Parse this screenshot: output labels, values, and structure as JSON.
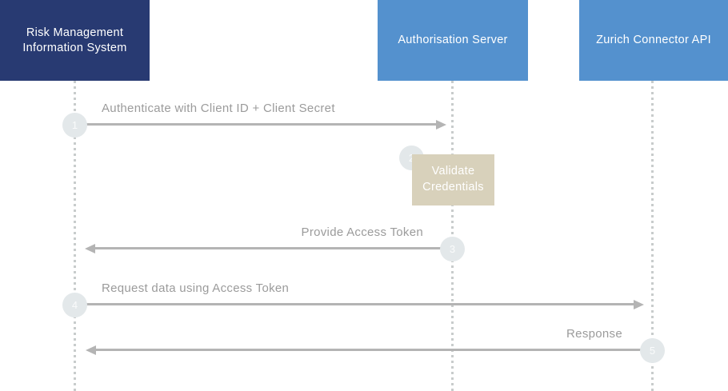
{
  "diagram": {
    "type": "sequence-diagram",
    "background": "#ffffff"
  },
  "actors": [
    {
      "id": "rmis",
      "label": "Risk Management Information System",
      "color": "#283A72",
      "text_color": "#ffffff"
    },
    {
      "id": "auth-server",
      "label": "Authorisation Server",
      "color": "#5491CE",
      "text_color": "#ffffff"
    },
    {
      "id": "zurich-connector-api",
      "label": "Zurich Connector API",
      "color": "#5491CE",
      "text_color": "#ffffff"
    }
  ],
  "steps": [
    {
      "number": "1",
      "label": "Authenticate with Client ID + Client Secret",
      "type": "message",
      "from": "rmis",
      "to": "auth-server",
      "direction": "right"
    },
    {
      "number": "2",
      "label": "Validate Credentials",
      "type": "activity",
      "actor": "auth-server",
      "box_color": "#D8D1BB"
    },
    {
      "number": "3",
      "label": "Provide Access Token",
      "type": "message",
      "from": "auth-server",
      "to": "rmis",
      "direction": "left"
    },
    {
      "number": "4",
      "label": "Request data using Access Token",
      "type": "message",
      "from": "rmis",
      "to": "zurich-connector-api",
      "direction": "right"
    },
    {
      "number": "5",
      "label": "Response",
      "type": "message",
      "from": "zurich-connector-api",
      "to": "rmis",
      "direction": "left"
    }
  ],
  "colors": {
    "actor_navy": "#283A72",
    "actor_blue": "#5491CE",
    "activity_tan": "#D8D1BB",
    "arrow_gray": "#B4B4B4",
    "lifeline_gray": "#C8CCCC",
    "label_gray": "#9B9B9B",
    "circle_fill": "#E3E8EA",
    "circle_text": "#FAFBFB"
  }
}
